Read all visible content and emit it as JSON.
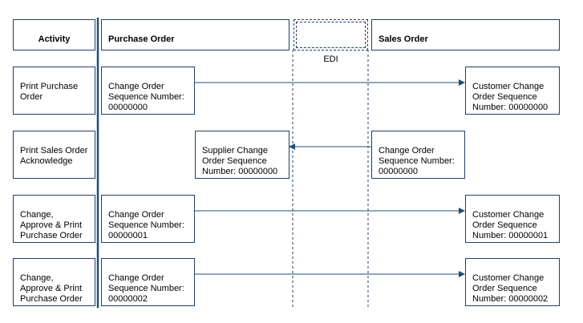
{
  "headers": {
    "activity": "Activity",
    "purchase_order": "Purchase Order",
    "edi": "EDI",
    "sales_order": "Sales Order"
  },
  "rows": [
    {
      "activity": "Print Purchase\nOrder",
      "po_box": "Change Order\nSequence Number:\n00000000",
      "so_box": "Customer Change\nOrder Sequence\nNumber: 00000000"
    },
    {
      "activity": "Print Sales Order\nAcknowledge",
      "supplier_box": "Supplier Change\nOrder Sequence\nNumber: 00000000",
      "so_box": "Change Order\nSequence Number:\n00000000"
    },
    {
      "activity": "Change,\nApprove & Print\nPurchase Order",
      "po_box": "Change Order\nSequence Number:\n00000001",
      "so_box": "Customer Change\nOrder Sequence\nNumber: 00000001"
    },
    {
      "activity": "Change,\nApprove & Print\nPurchase Order",
      "po_box": "Change Order\nSequence Number:\n00000002",
      "so_box": "Customer Change\nOrder Sequence\nNumber: 00000002"
    }
  ],
  "colors": {
    "line": "#1f3f66",
    "arrow": "#1f4e79"
  }
}
